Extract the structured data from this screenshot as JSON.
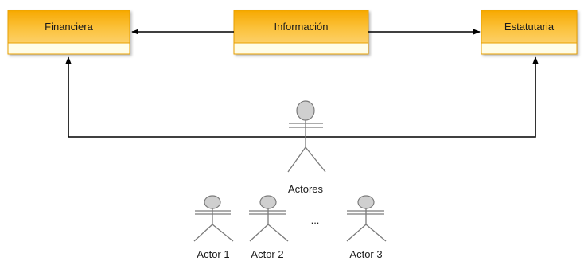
{
  "diagram": {
    "colors": {
      "box_top": "#f7a900",
      "box_mid": "#fdd068",
      "box_body": "#fffde8",
      "box_border": "#e8a000",
      "connector": "#000000",
      "actor_head": "#cfcfcf",
      "actor_stroke": "#7a7a7a"
    },
    "boxes": {
      "financiera": "Financiera",
      "informacion": "Información",
      "estatutaria": "Estatutaria"
    },
    "actors": {
      "main": "Actores",
      "actor1": "Actor 1",
      "actor2": "Actor 2",
      "actor3": "Actor 3",
      "ellipsis": "..."
    }
  }
}
